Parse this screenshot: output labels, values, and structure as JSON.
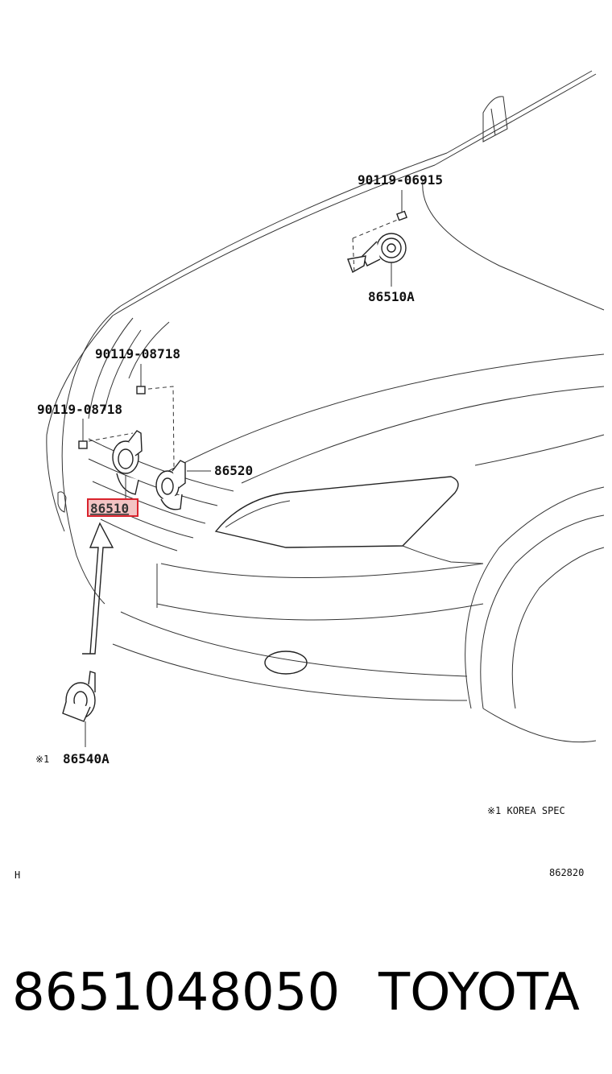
{
  "diagram": {
    "callouts": {
      "bolt_top": "90119-06915",
      "horn_high_a": "86510A",
      "bolt_mid": "90119-08718",
      "bolt_left": "90119-08718",
      "horn_low": "86520",
      "horn_high_selected": "86510",
      "horn_korea": "86540A",
      "korea_marker": "※1"
    },
    "notes": {
      "korea_spec": "※1  KOREA SPEC",
      "corner_left": "H",
      "illustration_number": "862820"
    },
    "highlight_color": "#d9232d"
  },
  "footer": {
    "part_number": "8651048050",
    "brand": "TOYOTA"
  }
}
